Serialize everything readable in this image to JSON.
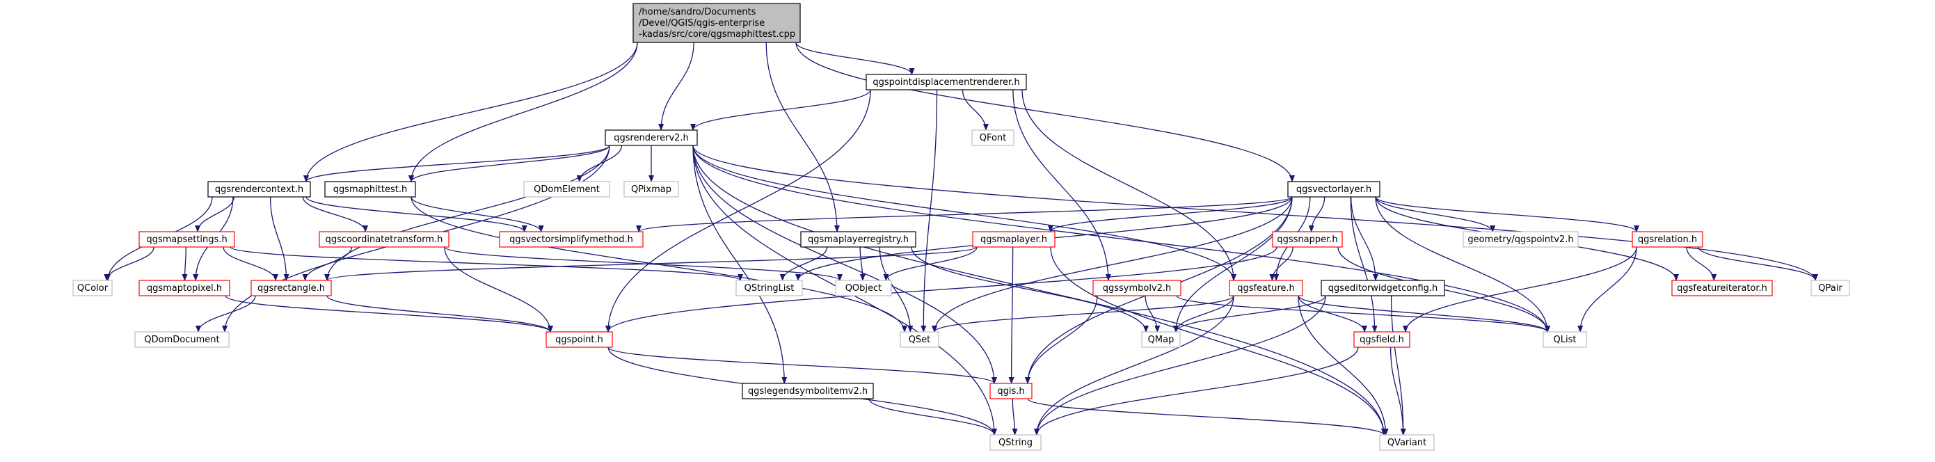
{
  "colors": {
    "edge": "#191970",
    "root_fill": "#bfbfbf",
    "root_border": "#000000",
    "normal_border": "#000000",
    "linked_border": "#ff0000",
    "external_border": "#bfbfbf",
    "external_text": "#000000"
  },
  "nodes": [
    {
      "id": "root",
      "kind": "root",
      "lines": [
        "/home/sandro/Documents",
        "/Devel/QGIS/qgis-enterprise",
        "-kadas/src/core/qgsmaphittest.cpp"
      ]
    },
    {
      "id": "pdr",
      "kind": "normal",
      "lines": [
        "qgspointdisplacementrenderer.h"
      ]
    },
    {
      "id": "rv2",
      "kind": "normal",
      "lines": [
        "qgsrendererv2.h"
      ]
    },
    {
      "id": "qfont",
      "kind": "external",
      "lines": [
        "QFont"
      ]
    },
    {
      "id": "rctx",
      "kind": "normal",
      "lines": [
        "qgsrendercontext.h"
      ]
    },
    {
      "id": "mht",
      "kind": "normal",
      "lines": [
        "qgsmaphittest.h"
      ]
    },
    {
      "id": "qdomelem",
      "kind": "external",
      "lines": [
        "QDomElement"
      ]
    },
    {
      "id": "qpixmap",
      "kind": "external",
      "lines": [
        "QPixmap"
      ]
    },
    {
      "id": "vlayer",
      "kind": "normal",
      "lines": [
        "qgsvectorlayer.h"
      ]
    },
    {
      "id": "msettings",
      "kind": "linked",
      "lines": [
        "qgsmapsettings.h"
      ]
    },
    {
      "id": "ctrans",
      "kind": "linked",
      "lines": [
        "qgscoordinatetransform.h"
      ]
    },
    {
      "id": "vsimp",
      "kind": "linked",
      "lines": [
        "qgsvectorsimplifymethod.h"
      ]
    },
    {
      "id": "mlreg",
      "kind": "normal",
      "lines": [
        "qgsmaplayerregistry.h"
      ]
    },
    {
      "id": "mlayer",
      "kind": "linked",
      "lines": [
        "qgsmaplayer.h"
      ]
    },
    {
      "id": "snapper",
      "kind": "linked",
      "lines": [
        "qgssnapper.h"
      ]
    },
    {
      "id": "geomptv2",
      "kind": "external",
      "lines": [
        "geometry/qgspointv2.h"
      ]
    },
    {
      "id": "relation",
      "kind": "linked",
      "lines": [
        "qgsrelation.h"
      ]
    },
    {
      "id": "qcolor",
      "kind": "external",
      "lines": [
        "QColor"
      ]
    },
    {
      "id": "m2p",
      "kind": "linked",
      "lines": [
        "qgsmaptopixel.h"
      ]
    },
    {
      "id": "rect",
      "kind": "linked",
      "lines": [
        "qgsrectangle.h"
      ]
    },
    {
      "id": "qstrlist",
      "kind": "external",
      "lines": [
        "QStringList"
      ]
    },
    {
      "id": "qobject",
      "kind": "external",
      "lines": [
        "QObject"
      ]
    },
    {
      "id": "symv2",
      "kind": "linked",
      "lines": [
        "qgssymbolv2.h"
      ]
    },
    {
      "id": "feature",
      "kind": "linked",
      "lines": [
        "qgsfeature.h"
      ]
    },
    {
      "id": "ewconf",
      "kind": "normal",
      "lines": [
        "qgseditorwidgetconfig.h"
      ]
    },
    {
      "id": "fiter",
      "kind": "linked",
      "lines": [
        "qgsfeatureiterator.h"
      ]
    },
    {
      "id": "qpair",
      "kind": "external",
      "lines": [
        "QPair"
      ]
    },
    {
      "id": "qdomdoc",
      "kind": "external",
      "lines": [
        "QDomDocument"
      ]
    },
    {
      "id": "point",
      "kind": "linked",
      "lines": [
        "qgspoint.h"
      ]
    },
    {
      "id": "qset",
      "kind": "external",
      "lines": [
        "QSet"
      ]
    },
    {
      "id": "qmap",
      "kind": "external",
      "lines": [
        "QMap"
      ]
    },
    {
      "id": "qlist",
      "kind": "external",
      "lines": [
        "QList"
      ]
    },
    {
      "id": "field",
      "kind": "linked",
      "lines": [
        "qgsfield.h"
      ]
    },
    {
      "id": "lsymv2",
      "kind": "normal",
      "lines": [
        "qgslegendsymbolitemv2.h"
      ]
    },
    {
      "id": "qgis",
      "kind": "linked",
      "lines": [
        "qgis.h"
      ]
    },
    {
      "id": "qstring",
      "kind": "external",
      "lines": [
        "QString"
      ]
    },
    {
      "id": "qvariant",
      "kind": "external",
      "lines": [
        "QVariant"
      ]
    }
  ],
  "edges": [
    [
      "root",
      "pdr"
    ],
    [
      "root",
      "rv2"
    ],
    [
      "root",
      "rctx"
    ],
    [
      "root",
      "mht"
    ],
    [
      "root",
      "mlreg"
    ],
    [
      "root",
      "vlayer"
    ],
    [
      "pdr",
      "rv2"
    ],
    [
      "pdr",
      "qfont"
    ],
    [
      "pdr",
      "qset"
    ],
    [
      "pdr",
      "point"
    ],
    [
      "pdr",
      "symv2"
    ],
    [
      "pdr",
      "feature"
    ],
    [
      "rv2",
      "rctx"
    ],
    [
      "rv2",
      "mht"
    ],
    [
      "rv2",
      "qdomelem"
    ],
    [
      "rv2",
      "qpixmap"
    ],
    [
      "rv2",
      "rect"
    ],
    [
      "rv2",
      "qdomdoc"
    ],
    [
      "rv2",
      "qstring"
    ],
    [
      "rv2",
      "qgis"
    ],
    [
      "rv2",
      "lsymv2"
    ],
    [
      "rv2",
      "qlist"
    ],
    [
      "rv2",
      "qpair"
    ],
    [
      "rv2",
      "qvariant"
    ],
    [
      "rv2",
      "feature"
    ],
    [
      "rctx",
      "msettings"
    ],
    [
      "rctx",
      "ctrans"
    ],
    [
      "rctx",
      "vsimp"
    ],
    [
      "rctx",
      "m2p"
    ],
    [
      "rctx",
      "rect"
    ],
    [
      "rctx",
      "qcolor"
    ],
    [
      "mht",
      "vsimp"
    ],
    [
      "mht",
      "qset"
    ],
    [
      "msettings",
      "qcolor"
    ],
    [
      "msettings",
      "m2p"
    ],
    [
      "msettings",
      "rect"
    ],
    [
      "msettings",
      "qstrlist"
    ],
    [
      "ctrans",
      "rect"
    ],
    [
      "ctrans",
      "point"
    ],
    [
      "ctrans",
      "qobject"
    ],
    [
      "m2p",
      "point"
    ],
    [
      "rect",
      "point"
    ],
    [
      "rect",
      "qdomdoc"
    ],
    [
      "mlreg",
      "qstrlist"
    ],
    [
      "mlreg",
      "qobject"
    ],
    [
      "mlreg",
      "qset"
    ],
    [
      "mlreg",
      "qmap"
    ],
    [
      "mlayer",
      "rect"
    ],
    [
      "mlayer",
      "qobject"
    ],
    [
      "mlayer",
      "qgis"
    ],
    [
      "mlayer",
      "qvariant"
    ],
    [
      "vlayer",
      "vsimp"
    ],
    [
      "vlayer",
      "mlayer"
    ],
    [
      "vlayer",
      "qstrlist"
    ],
    [
      "vlayer",
      "qset"
    ],
    [
      "vlayer",
      "qmap"
    ],
    [
      "vlayer",
      "snapper"
    ],
    [
      "vlayer",
      "feature"
    ],
    [
      "vlayer",
      "ewconf"
    ],
    [
      "vlayer",
      "field"
    ],
    [
      "vlayer",
      "geomptv2"
    ],
    [
      "vlayer",
      "relation"
    ],
    [
      "vlayer",
      "fiter"
    ],
    [
      "vlayer",
      "qlist"
    ],
    [
      "vlayer",
      "qgis"
    ],
    [
      "snapper",
      "feature"
    ],
    [
      "snapper",
      "point"
    ],
    [
      "snapper",
      "qlist"
    ],
    [
      "relation",
      "fiter"
    ],
    [
      "relation",
      "field"
    ],
    [
      "relation",
      "qlist"
    ],
    [
      "relation",
      "qpair"
    ],
    [
      "symv2",
      "qmap"
    ],
    [
      "symv2",
      "qgis"
    ],
    [
      "symv2",
      "qlist"
    ],
    [
      "feature",
      "qset"
    ],
    [
      "feature",
      "qmap"
    ],
    [
      "feature",
      "field"
    ],
    [
      "feature",
      "qlist"
    ],
    [
      "feature",
      "qstring"
    ],
    [
      "feature",
      "qvariant"
    ],
    [
      "ewconf",
      "qmap"
    ],
    [
      "ewconf",
      "qstring"
    ],
    [
      "ewconf",
      "qvariant"
    ],
    [
      "field",
      "qstring"
    ],
    [
      "field",
      "qvariant"
    ],
    [
      "point",
      "qgis"
    ],
    [
      "point",
      "qstring"
    ],
    [
      "lsymv2",
      "qstring"
    ],
    [
      "qgis",
      "qstring"
    ],
    [
      "qgis",
      "qvariant"
    ]
  ]
}
